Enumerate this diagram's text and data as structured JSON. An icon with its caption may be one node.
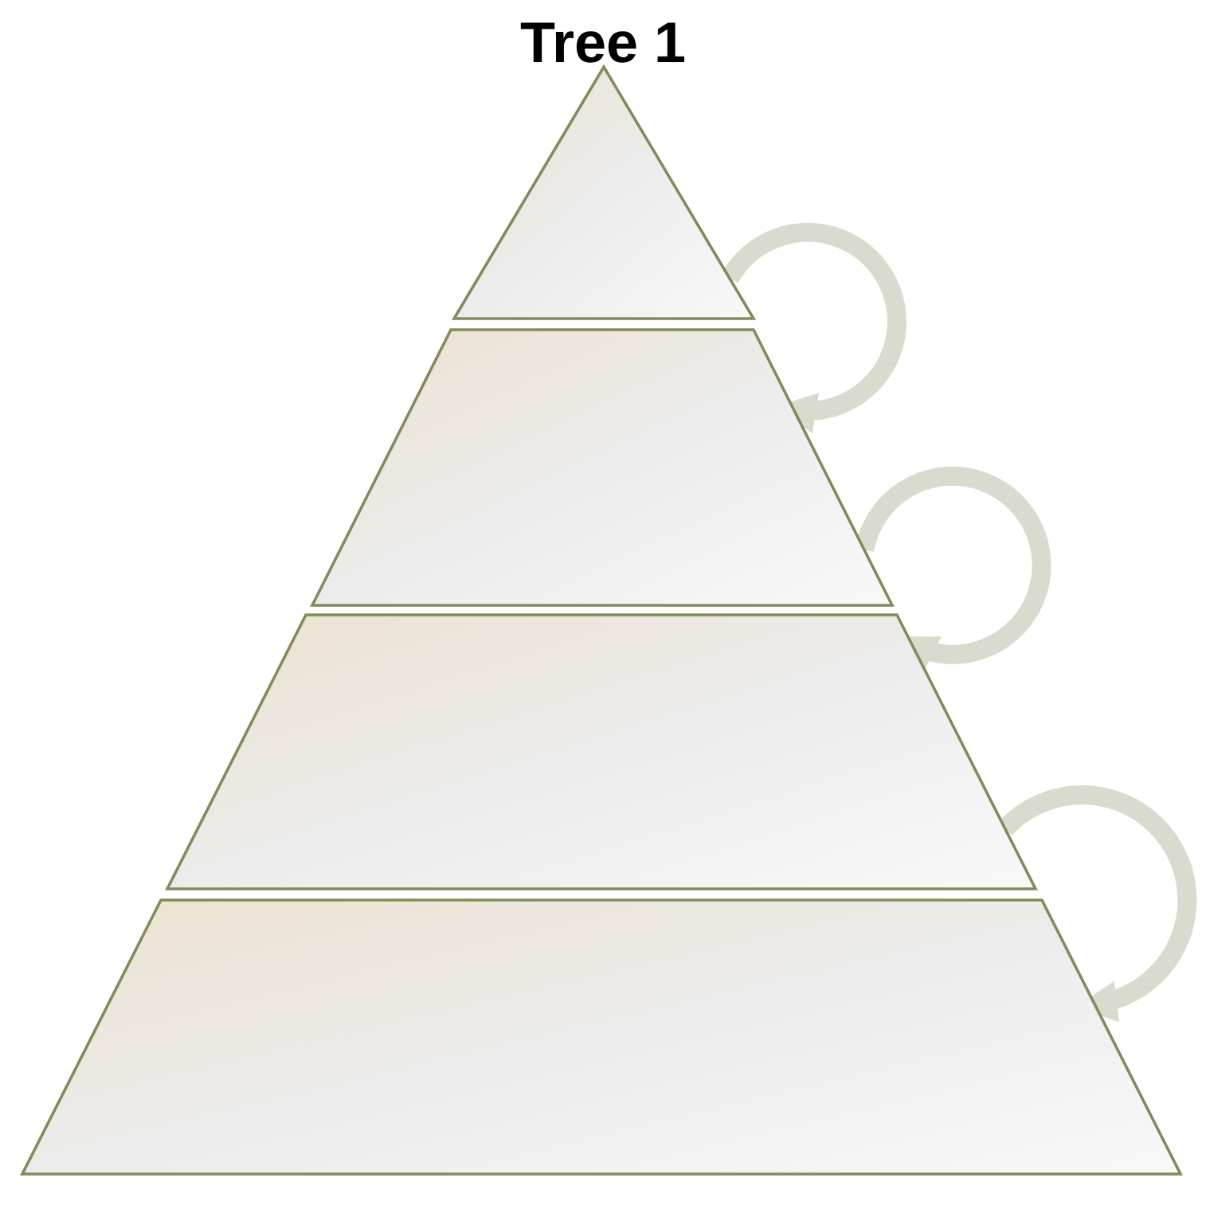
{
  "diagram": {
    "title": "Tree 1",
    "nodes": [
      {
        "text": [],
        "shape": "triangle"
      },
      {
        "text": [],
        "shape": "trapezoid"
      },
      {
        "text": [],
        "shape": "trapezoid"
      },
      {
        "text": [],
        "shape": "trapezoid"
      }
    ],
    "edges": [
      {
        "from": 0,
        "to": 1,
        "arrow": "to"
      },
      {
        "from": 1,
        "to": 2,
        "arrow": "to"
      },
      {
        "from": 2,
        "to": 3,
        "arrow": "to"
      }
    ]
  }
}
